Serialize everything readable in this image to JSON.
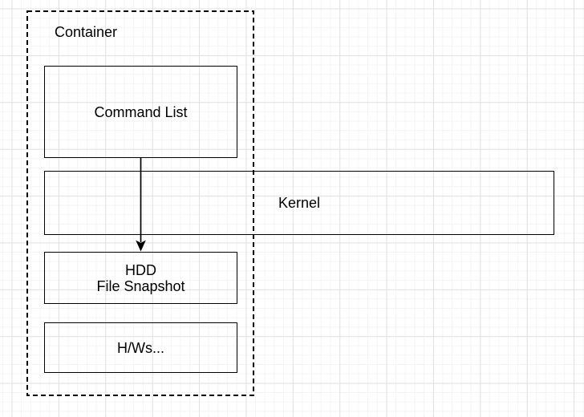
{
  "diagram": {
    "type": "flowchart",
    "container": {
      "label": "Container"
    },
    "nodes": {
      "command_list": {
        "label": "Command List"
      },
      "kernel": {
        "label": "Kernel"
      },
      "hdd": {
        "line1": "HDD",
        "line2": "File Snapshot"
      },
      "hws": {
        "label": "H/Ws..."
      }
    },
    "edges": [
      {
        "from": "command_list",
        "to": "hdd",
        "style": "solid",
        "arrowhead": "classic-filled"
      }
    ],
    "colors": {
      "background": "#ffffff",
      "grid_minor": "#f4f4f4",
      "grid_major": "#e1e1e1",
      "stroke": "#000000",
      "text": "#000000"
    }
  }
}
